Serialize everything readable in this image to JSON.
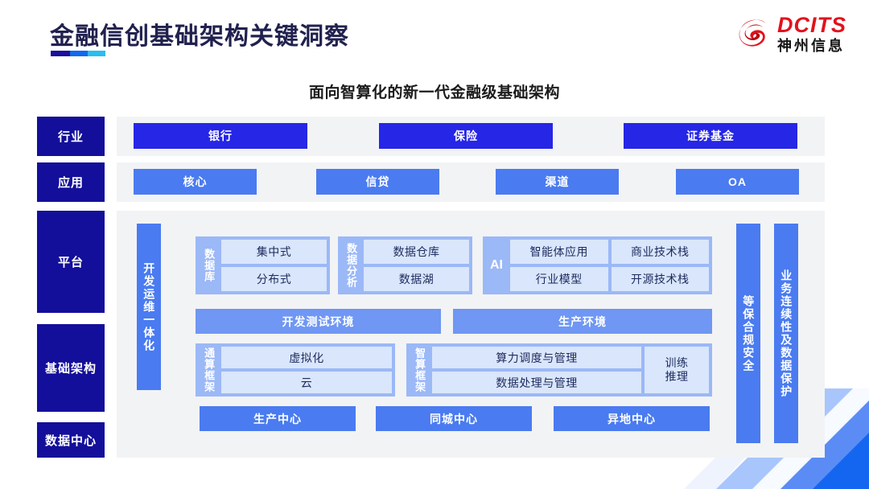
{
  "header": {
    "title": "金融信创基础架构关键洞察",
    "rule_colors": [
      "#1a0f9e",
      "#1168f0",
      "#29bdf0"
    ],
    "logo_en": "DCITS",
    "logo_cn": "神州信息",
    "logo_color": "#e2121c"
  },
  "subtitle": "面向智算化的新一代金融级基础架构",
  "row_labels": {
    "industry": "行业",
    "application": "应用",
    "platform": "平台",
    "infrastructure": "基础架构",
    "data_center": "数据中心"
  },
  "industry": {
    "chips": [
      "银行",
      "保险",
      "证券基金"
    ]
  },
  "application": {
    "chips": [
      "核心",
      "信贷",
      "渠道",
      "OA"
    ]
  },
  "platform": {
    "devops_bar": "开发运维一体化",
    "security_bar": "等保合规安全",
    "continuity_bar": "业务连续性及数据保护",
    "groups": [
      {
        "title": "数据库",
        "cells": [
          [
            "集中式"
          ],
          [
            "分布式"
          ]
        ]
      },
      {
        "title": "数据分析",
        "cells": [
          [
            "数据仓库"
          ],
          [
            "数据湖"
          ]
        ]
      },
      {
        "title": "AI",
        "cells": [
          [
            "智能体应用",
            "商业技术栈"
          ],
          [
            "行业模型",
            "开源技术栈"
          ]
        ]
      }
    ],
    "environments": [
      "开发测试环境",
      "生产环境"
    ],
    "frameworks": {
      "general": {
        "title": "通算框架",
        "cells": [
          [
            "虚拟化"
          ],
          [
            "云"
          ]
        ]
      },
      "intelligent": {
        "title": "智算框架",
        "cells": [
          [
            "算力调度与管理"
          ],
          [
            "数据处理与管理"
          ]
        ],
        "side": "训练\n推理"
      }
    },
    "centers": [
      "生产中心",
      "同城中心",
      "异地中心"
    ]
  },
  "colors": {
    "navy": "#130f9b",
    "deep_blue": "#2626e6",
    "mid_blue": "#4a7bf0",
    "group_blue": "#9bb8f7",
    "cell_blue": "#d9e6fb",
    "panel_gray": "#f2f3f5"
  }
}
